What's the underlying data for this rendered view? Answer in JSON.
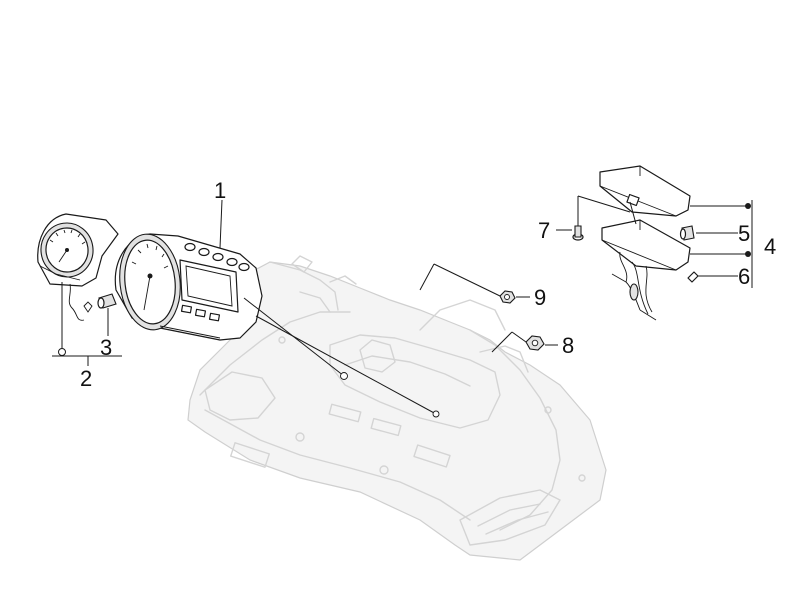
{
  "diagram": {
    "callouts": [
      {
        "id": "1",
        "text": "1"
      },
      {
        "id": "2",
        "text": "2"
      },
      {
        "id": "3",
        "text": "3"
      },
      {
        "id": "4",
        "text": "4"
      },
      {
        "id": "5",
        "text": "5"
      },
      {
        "id": "6",
        "text": "6"
      },
      {
        "id": "7",
        "text": "7"
      },
      {
        "id": "8",
        "text": "8"
      },
      {
        "id": "9",
        "text": "9"
      }
    ],
    "parts": [
      "instrument-cluster",
      "tachometer",
      "bulb",
      "control-unit",
      "bulb",
      "screw",
      "screw",
      "nut",
      "nut",
      "dashboard-panel"
    ]
  }
}
